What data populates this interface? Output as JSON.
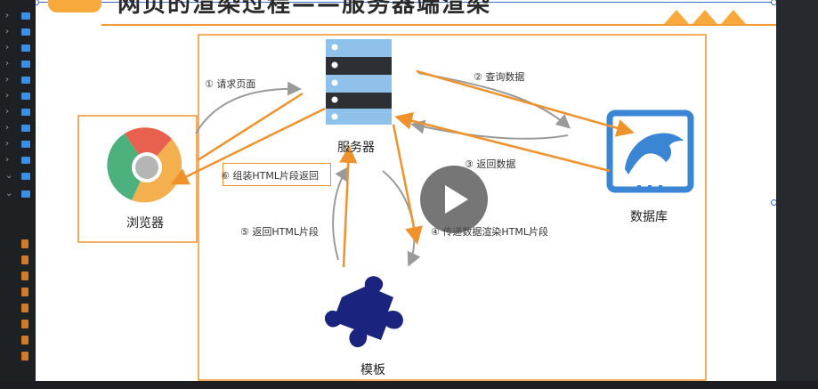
{
  "slide": {
    "title": "网页的渲染过程——服务器端渲染"
  },
  "nodes": {
    "server_label": "服务器",
    "browser_label": "浏览器",
    "database_label": "数据库",
    "template_label": "模板"
  },
  "steps": {
    "step1": "① 请求页面",
    "step2": "② 查询数据",
    "step3": "③ 返回数据",
    "step4": "④ 传递数据渲染HTML片段",
    "step5": "⑤ 返回HTML片段",
    "step6": "⑥ 组装HTML片段返回"
  },
  "icons": {
    "play": "play-icon",
    "server": "server-icon",
    "browser": "chrome-icon",
    "database": "mysql-dolphin-icon",
    "template": "puzzle-icon"
  },
  "colors": {
    "accent": "#f29c38",
    "db_blue": "#3a86d4",
    "server_blue": "#8fc1ea",
    "server_dark": "#2c2f33",
    "template_navy": "#1a237e"
  }
}
